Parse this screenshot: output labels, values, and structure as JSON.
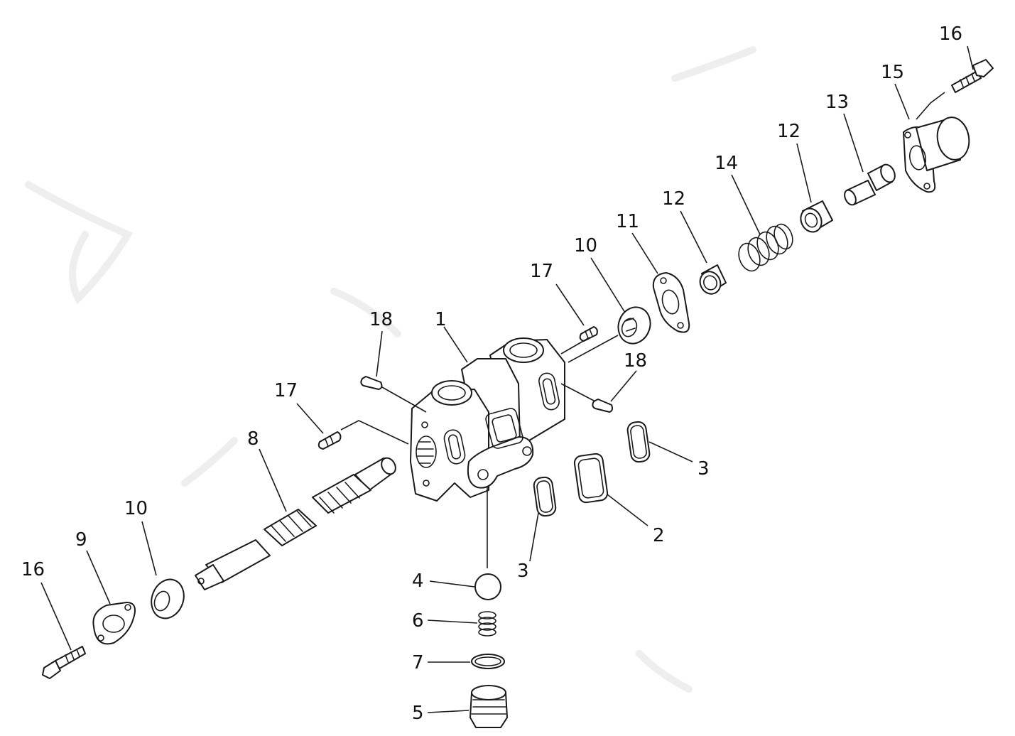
{
  "callouts": {
    "c1": "1",
    "c2": "2",
    "c3a": "3",
    "c3b": "3",
    "c4": "4",
    "c5": "5",
    "c6": "6",
    "c7": "7",
    "c8": "8",
    "c9": "9",
    "c10a": "10",
    "c10b": "10",
    "c11": "11",
    "c12a": "12",
    "c12b": "12",
    "c13": "13",
    "c14": "14",
    "c15": "15",
    "c16a": "16",
    "c16b": "16",
    "c17a": "17",
    "c17b": "17",
    "c18a": "18",
    "c18b": "18"
  }
}
